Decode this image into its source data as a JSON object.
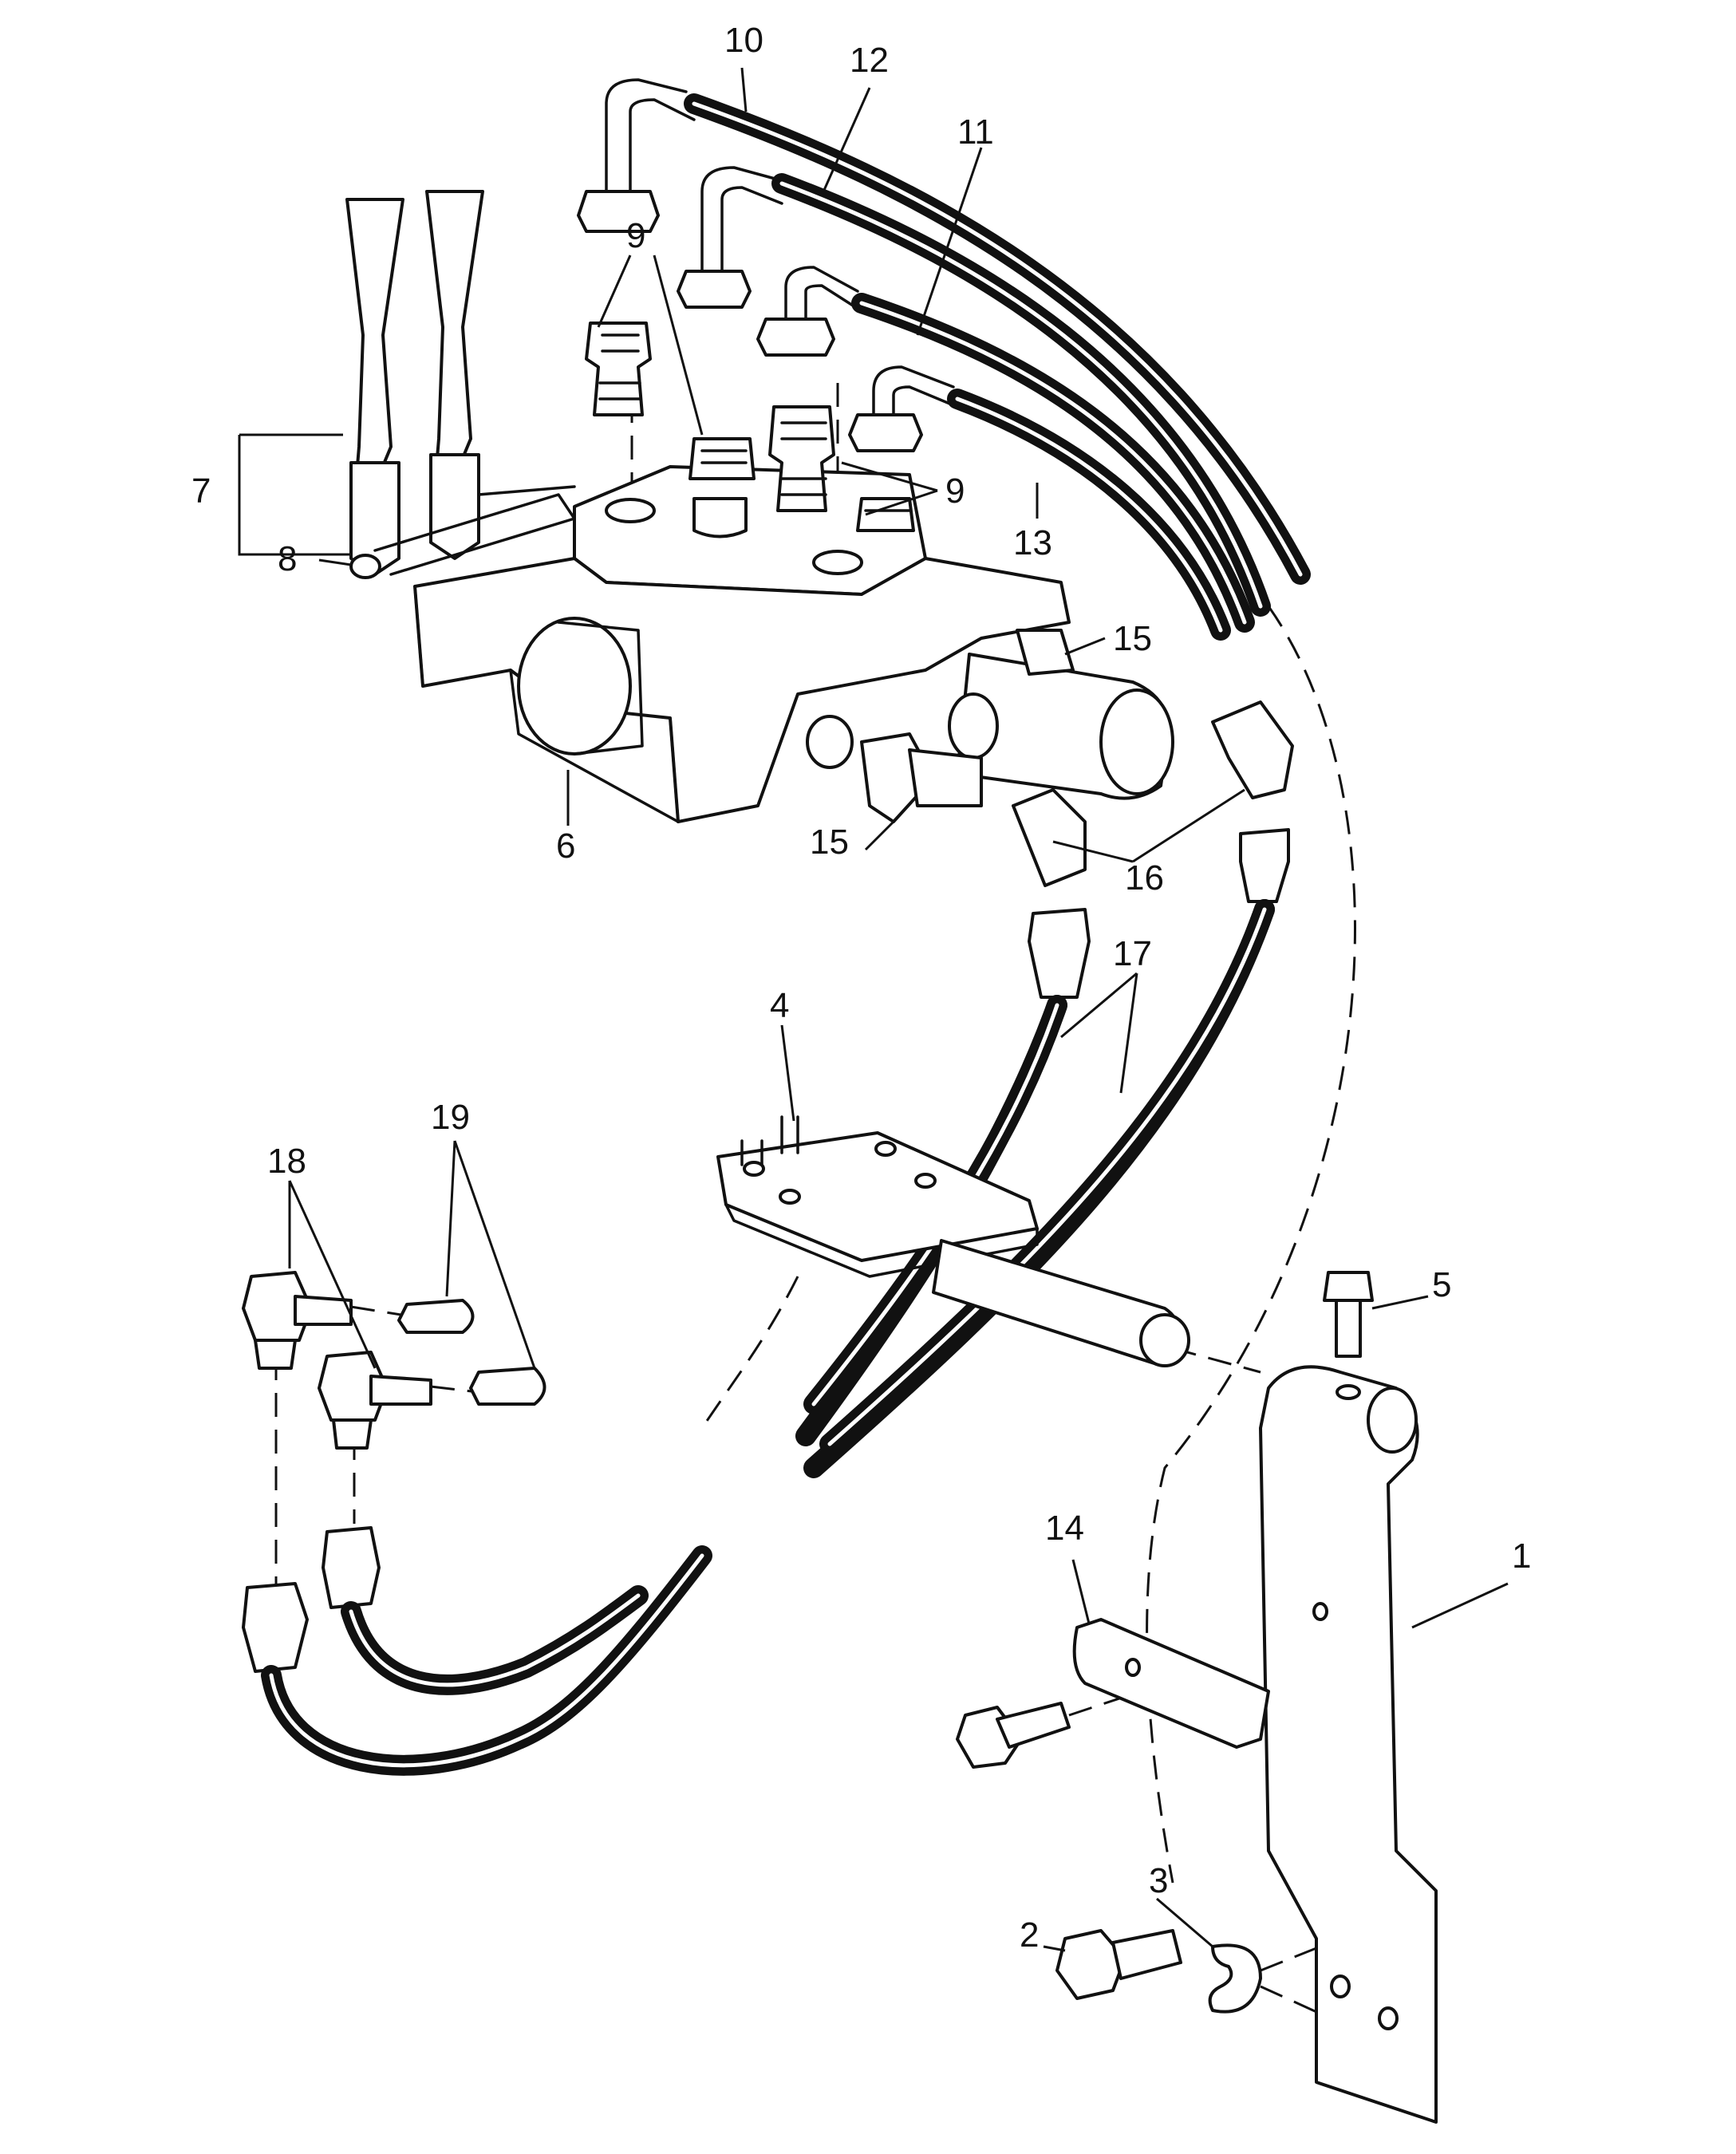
{
  "diagram": {
    "callouts": [
      {
        "id": "c1",
        "text": "1"
      },
      {
        "id": "c2",
        "text": "2"
      },
      {
        "id": "c3",
        "text": "3"
      },
      {
        "id": "c4",
        "text": "4"
      },
      {
        "id": "c5",
        "text": "5"
      },
      {
        "id": "c6",
        "text": "6"
      },
      {
        "id": "c7",
        "text": "7"
      },
      {
        "id": "c8",
        "text": "8"
      },
      {
        "id": "c9a",
        "text": "9"
      },
      {
        "id": "c9b",
        "text": "9"
      },
      {
        "id": "c10",
        "text": "10"
      },
      {
        "id": "c11",
        "text": "11"
      },
      {
        "id": "c12",
        "text": "12"
      },
      {
        "id": "c13",
        "text": "13"
      },
      {
        "id": "c14",
        "text": "14"
      },
      {
        "id": "c15a",
        "text": "15"
      },
      {
        "id": "c15b",
        "text": "15"
      },
      {
        "id": "c16",
        "text": "16"
      },
      {
        "id": "c17",
        "text": "17"
      },
      {
        "id": "c18",
        "text": "18"
      },
      {
        "id": "c19",
        "text": "19"
      }
    ]
  }
}
